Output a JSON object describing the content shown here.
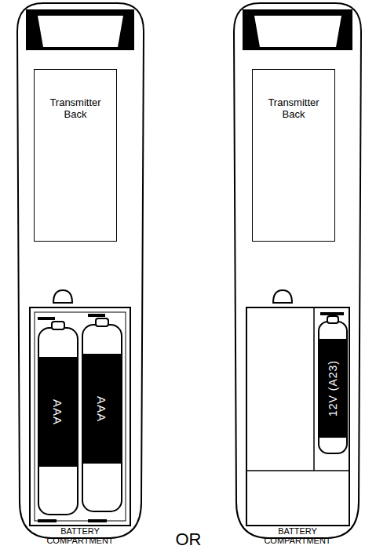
{
  "diagram": {
    "nodes": [
      {
        "text": [
          "Transmitter Back"
        ]
      },
      {
        "text": [
          "AAA"
        ]
      },
      {
        "text": [
          "AAA"
        ]
      },
      {
        "text": [
          "Transmitter Back"
        ]
      },
      {
        "text": [
          "12V (A23)"
        ]
      }
    ],
    "labels": [
      "BATTERY COMPARTMENT",
      "OR",
      "BATTERY COMPARTMENT"
    ]
  }
}
